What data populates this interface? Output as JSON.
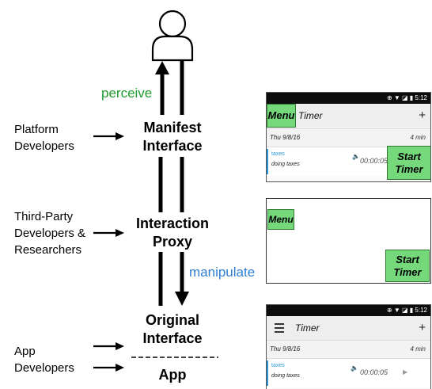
{
  "left_labels": {
    "platform": [
      "Platform",
      "Developers"
    ],
    "third_party": [
      "Third-Party",
      "Developers &",
      "Researchers"
    ],
    "app_devs": [
      "App",
      "Developers"
    ]
  },
  "nodes": {
    "manifest": [
      "Manifest",
      "Interface"
    ],
    "proxy": [
      "Interaction",
      "Proxy"
    ],
    "original": [
      "Original",
      "Interface"
    ],
    "app": "App"
  },
  "edge_labels": {
    "perceive": "perceive",
    "manipulate": "manipulate"
  },
  "colors": {
    "perceive": "#1f9a2e",
    "manipulate": "#2f7fd0",
    "button_green": "#75d97c",
    "accent_blue": "#2b97d6"
  },
  "icons": [
    "user-icon",
    "menu-icon",
    "plus-icon",
    "volume-icon",
    "play-icon"
  ],
  "screens": {
    "manifest": {
      "status": "⊕ ▼ ◪ ▮ 5:12",
      "menu_button": "Menu",
      "title": "Timer",
      "plus": "+",
      "date": "Thu 9/8/16",
      "minutes": "4 min",
      "entry_tag": "taxes",
      "entry_desc": "doing taxes",
      "entry_time": "00:00:05",
      "start_button": [
        "Start",
        "Timer"
      ]
    },
    "proxy": {
      "menu_button": "Menu",
      "start_button": [
        "Start",
        "Timer"
      ]
    },
    "original": {
      "status": "⊕ ▼ ◪ ▮ 5:12",
      "title": "Timer",
      "plus": "+",
      "date": "Thu 9/8/16",
      "minutes": "4 min",
      "entry_tag": "taxes",
      "entry_desc": "doing taxes",
      "entry_time": "00:00:05"
    }
  }
}
